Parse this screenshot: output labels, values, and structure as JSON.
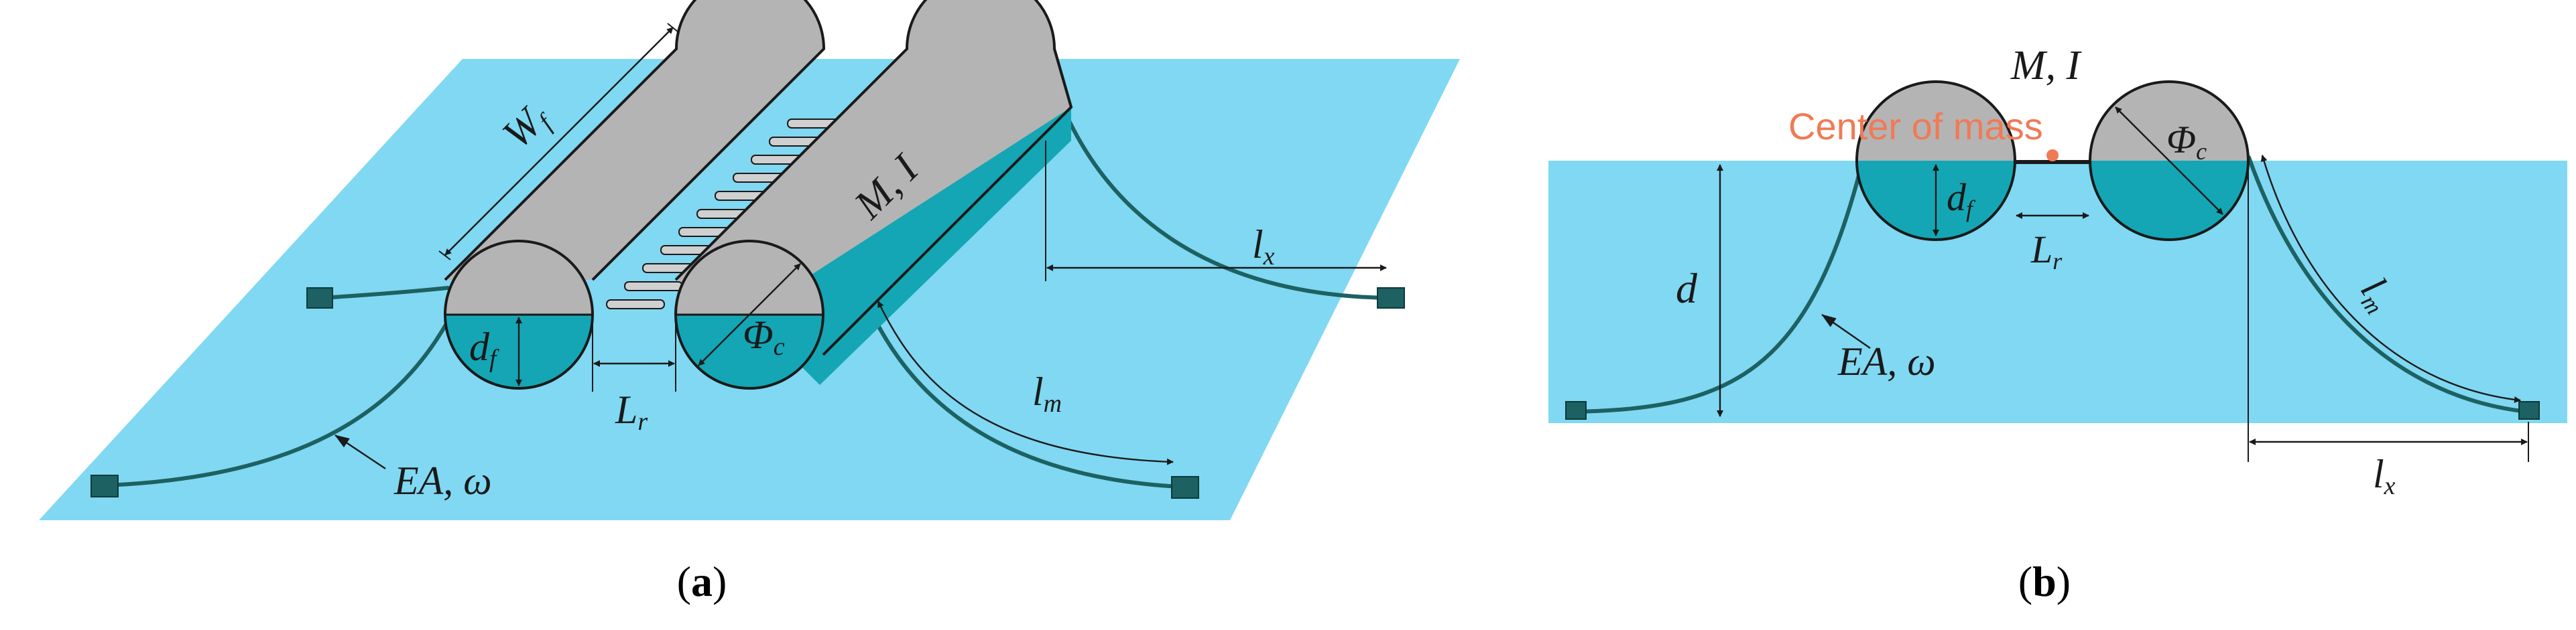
{
  "colors": {
    "water": "#80d8f2",
    "hull_grey": "#b4b4b4",
    "hull_submerged": "#14a6b4",
    "anchor": "#1d6162",
    "center_of_mass": "#f07a55"
  },
  "panel_a": {
    "caption_open": "(",
    "caption_letter": "a",
    "caption_close": ")",
    "labels": {
      "Wf_main": "W",
      "Wf_sub": "f",
      "MI": "M, I",
      "df_main": "d",
      "df_sub": "f",
      "Lr_main": "L",
      "Lr_sub": "r",
      "Phic_main": "Φ",
      "Phic_sub": "c",
      "lx_main": "l",
      "lx_sub": "x",
      "lm_main": "l",
      "lm_sub": "m",
      "EA": "EA, ω"
    }
  },
  "panel_b": {
    "caption_open": "(",
    "caption_letter": "b",
    "caption_close": ")",
    "labels": {
      "MI": "M, I",
      "center_of_mass": "Center of mass",
      "d": "d",
      "df_main": "d",
      "df_sub": "f",
      "Lr_main": "L",
      "Lr_sub": "r",
      "Phic_main": "Φ",
      "Phic_sub": "c",
      "lm_main": "l",
      "lm_sub": "m",
      "lx_main": "l",
      "lx_sub": "x",
      "EA": "EA, ω"
    }
  }
}
